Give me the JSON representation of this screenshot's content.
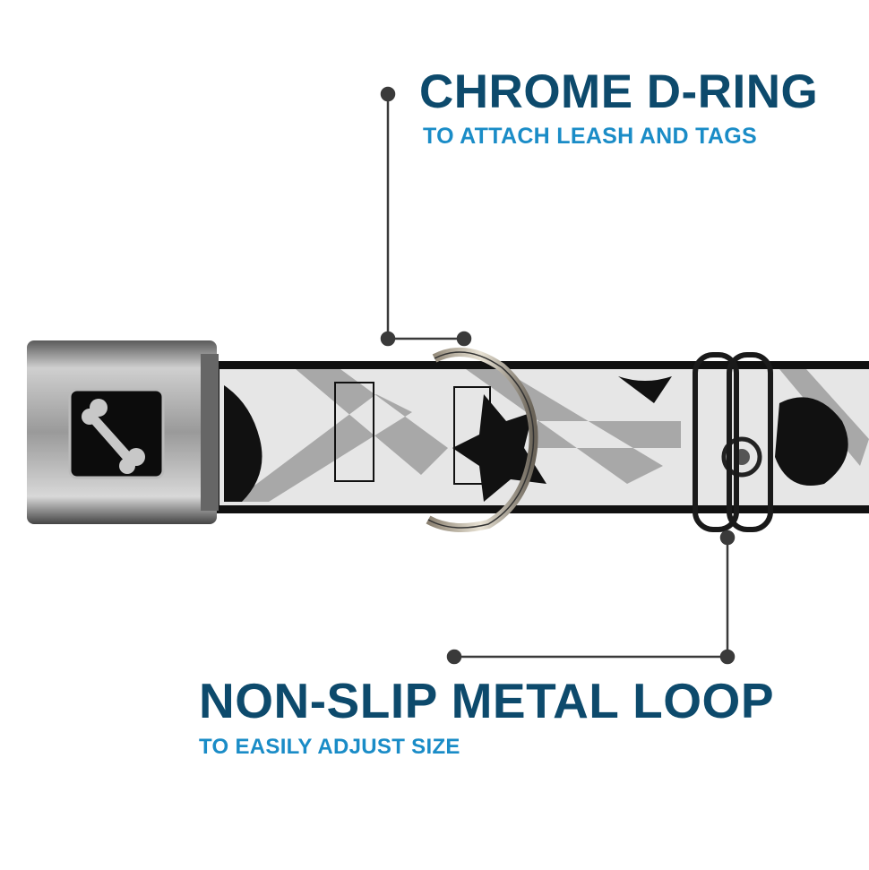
{
  "callouts": [
    {
      "title": "CHROME D-RING",
      "subtitle": "TO ATTACH LEASH AND TAGS"
    },
    {
      "title": "NON-SLIP METAL LOOP",
      "subtitle": "TO EASILY ADJUST SIZE"
    }
  ],
  "colors": {
    "title": "#0d4a6c",
    "subtitle": "#1a8cc7",
    "leader": "#3a3a3a"
  }
}
